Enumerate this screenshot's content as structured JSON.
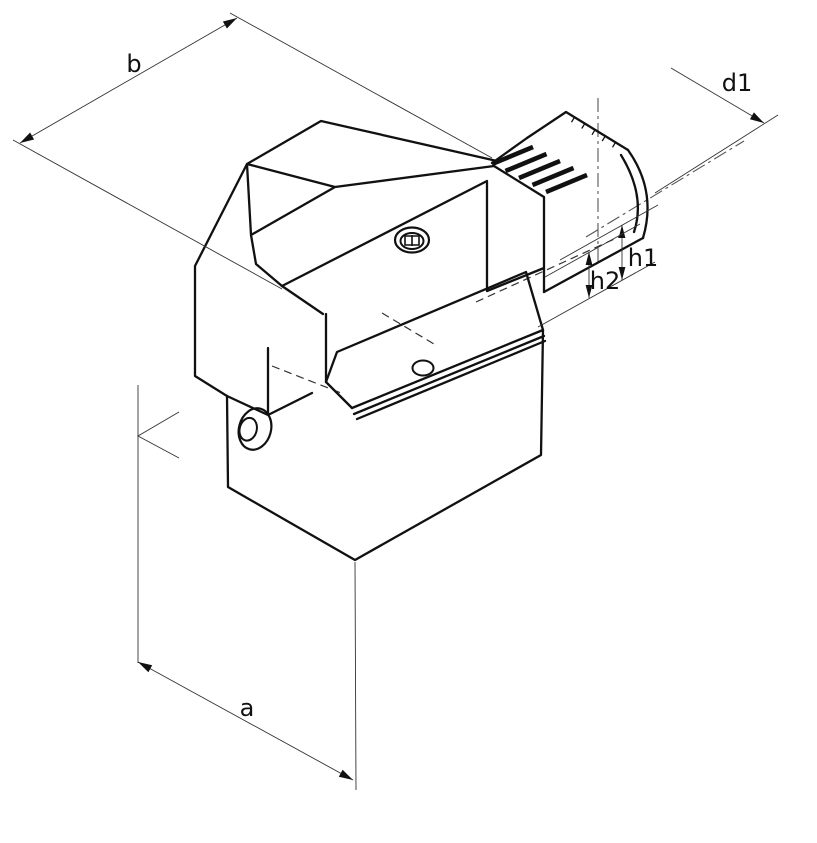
{
  "figure": {
    "type": "isometric technical line drawing",
    "subject": "radial tool holder with serrated clamp, dimension callouts",
    "background_color": "#ffffff",
    "line_color": "#111111"
  },
  "labels": [
    {
      "id": "b",
      "text": "b"
    },
    {
      "id": "d1",
      "text": "d1"
    },
    {
      "id": "h1",
      "text": "h1"
    },
    {
      "id": "h2",
      "text": "h2"
    },
    {
      "id": "a",
      "text": "a"
    }
  ]
}
